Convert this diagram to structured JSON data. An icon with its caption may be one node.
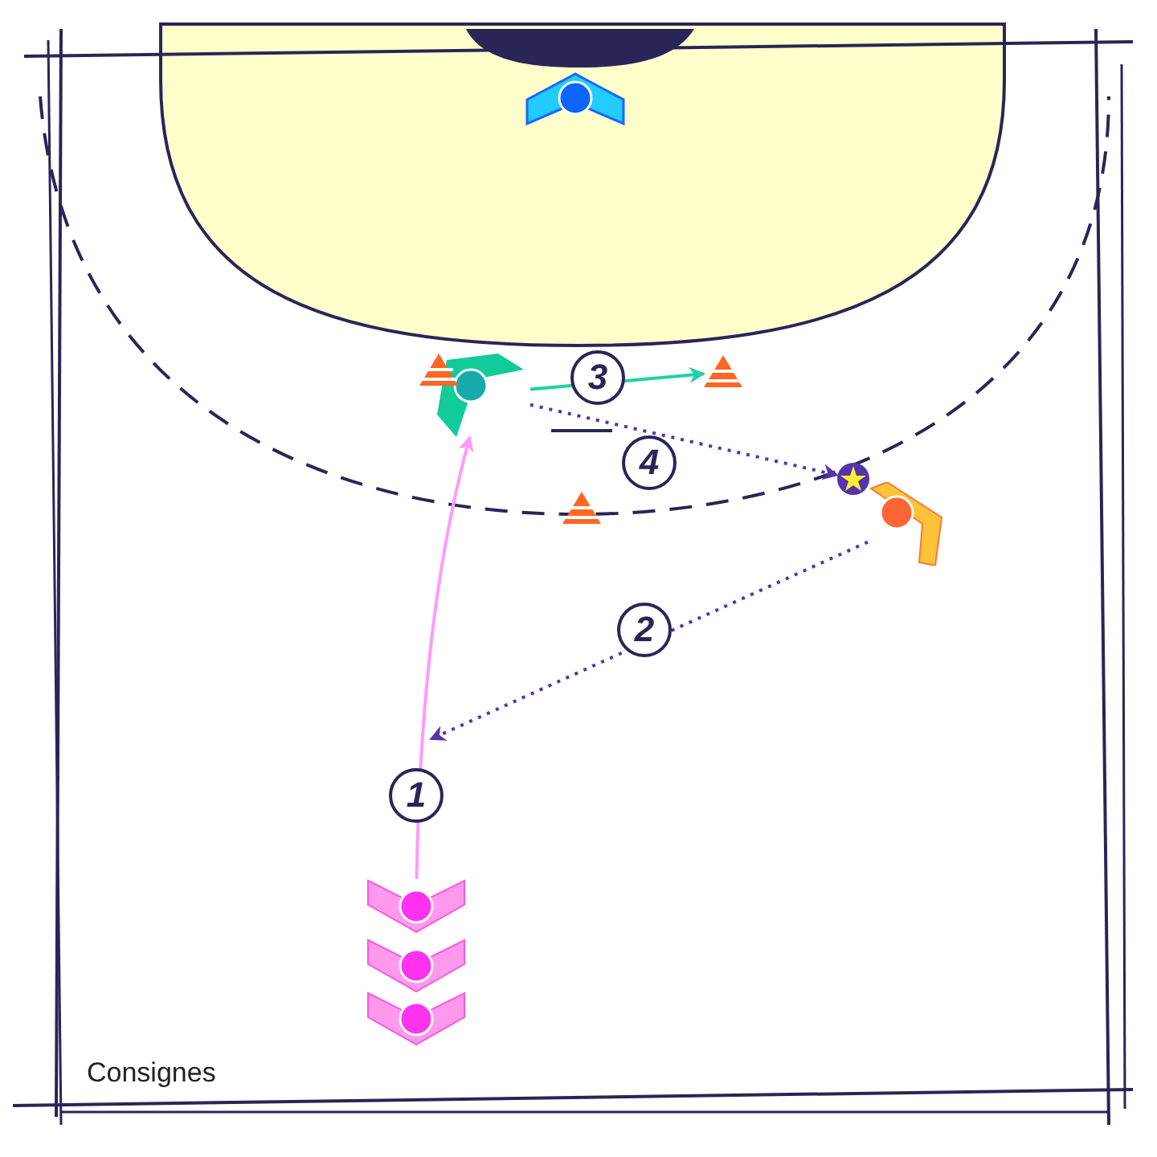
{
  "diagram": {
    "nodes": [
      {
        "text": [],
        "shape": "picture"
      },
      {
        "text": [],
        "shape": "picture"
      },
      {
        "text": [],
        "shape": "picture"
      },
      {
        "text": [],
        "shape": "circle"
      },
      {
        "text": [],
        "shape": "picture"
      },
      {
        "text": [],
        "shape": "picture"
      },
      {
        "text": [],
        "shape": "picture"
      },
      {
        "text": [],
        "shape": "cone"
      },
      {
        "text": [],
        "shape": "cone"
      },
      {
        "text": [],
        "shape": "cone"
      }
    ],
    "edges": [
      {
        "from": 4,
        "to": 1,
        "arrow": "to",
        "label": "1",
        "color": "#ff99ff"
      },
      {
        "from": 2,
        "to": null,
        "arrow": "to",
        "label": "2",
        "style": "dashed"
      },
      {
        "from": 1,
        "to": 8,
        "arrow": "to",
        "label": "3",
        "color": "#1fd1a5"
      },
      {
        "from": 1,
        "to": 3,
        "arrow": "to",
        "label": "4",
        "style": "dashed"
      }
    ],
    "labels": [
      "Consignes"
    ]
  }
}
